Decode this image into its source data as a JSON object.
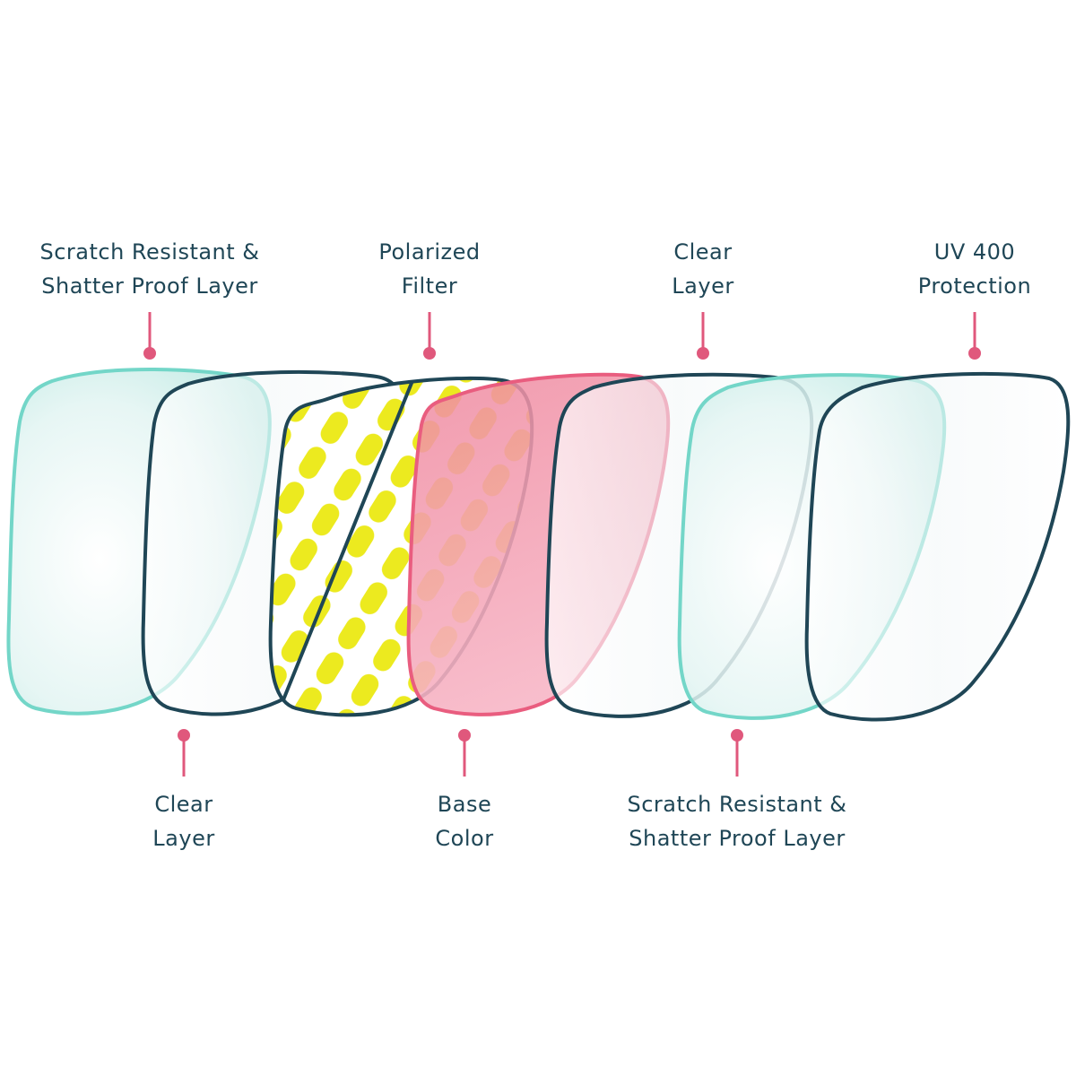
{
  "colors": {
    "navy": "#1f4656",
    "teal": "#73d6c8",
    "pink": "#e95d7f",
    "yellow": "#ecea1f",
    "callout": "#e0587c"
  },
  "labels": {
    "top": [
      {
        "line1": "Scratch Resistant &",
        "line2": "Shatter Proof Layer"
      },
      {
        "line1": "Polarized",
        "line2": "Filter"
      },
      {
        "line1": "Clear",
        "line2": "Layer"
      },
      {
        "line1": "UV 400",
        "line2": "Protection"
      }
    ],
    "bottom": [
      {
        "line1": "Clear",
        "line2": "Layer"
      },
      {
        "line1": "Base",
        "line2": "Color"
      },
      {
        "line1": "Scratch Resistant &",
        "line2": "Shatter Proof Layer"
      }
    ]
  }
}
